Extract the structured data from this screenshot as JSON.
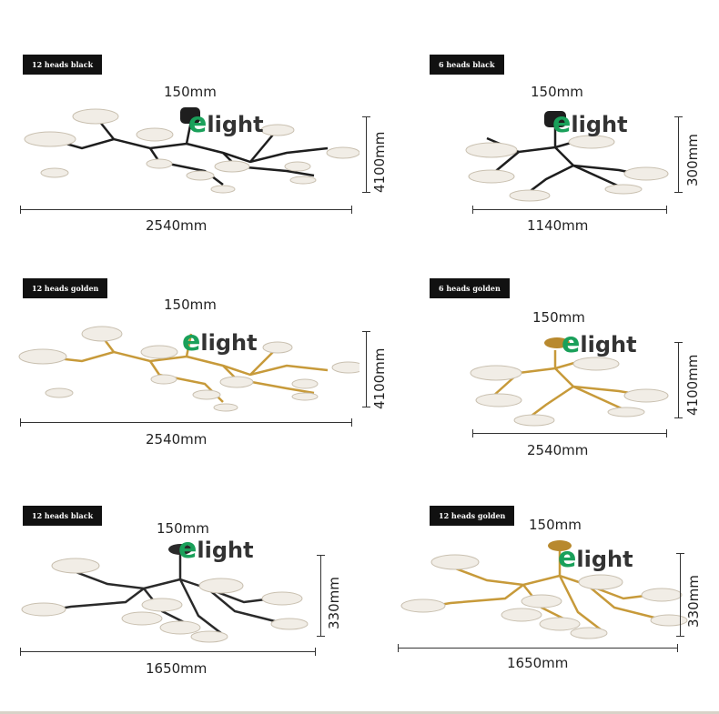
{
  "panels": [
    {
      "badge": "12 heads black",
      "canopy_width": "150mm",
      "width": "2540mm",
      "height": "4100mm",
      "finish": "black"
    },
    {
      "badge": "6 heads black",
      "canopy_width": "150mm",
      "width": "1140mm",
      "height": "300mm",
      "finish": "black"
    },
    {
      "badge": "12 heads golden",
      "canopy_width": "150mm",
      "width": "2540mm",
      "height": "4100mm",
      "finish": "golden"
    },
    {
      "badge": "6 heads golden",
      "canopy_width": "150mm",
      "width": "2540mm",
      "height": "4100mm",
      "finish": "golden"
    },
    {
      "badge": "12 heads black",
      "canopy_width": "150mm",
      "width": "1650mm",
      "height": "330mm",
      "finish": "black"
    },
    {
      "badge": "12 heads golden",
      "canopy_width": "150mm",
      "width": "1650mm",
      "height": "330mm",
      "finish": "golden"
    }
  ],
  "logo": {
    "e": "e",
    "rest": "light"
  },
  "colors": {
    "black_arm": "#1e1e1e",
    "golden_arm": "#c79a3a",
    "shade": "#f1ede6",
    "logo_green": "#1aa05a",
    "sun": "#f0a020"
  }
}
